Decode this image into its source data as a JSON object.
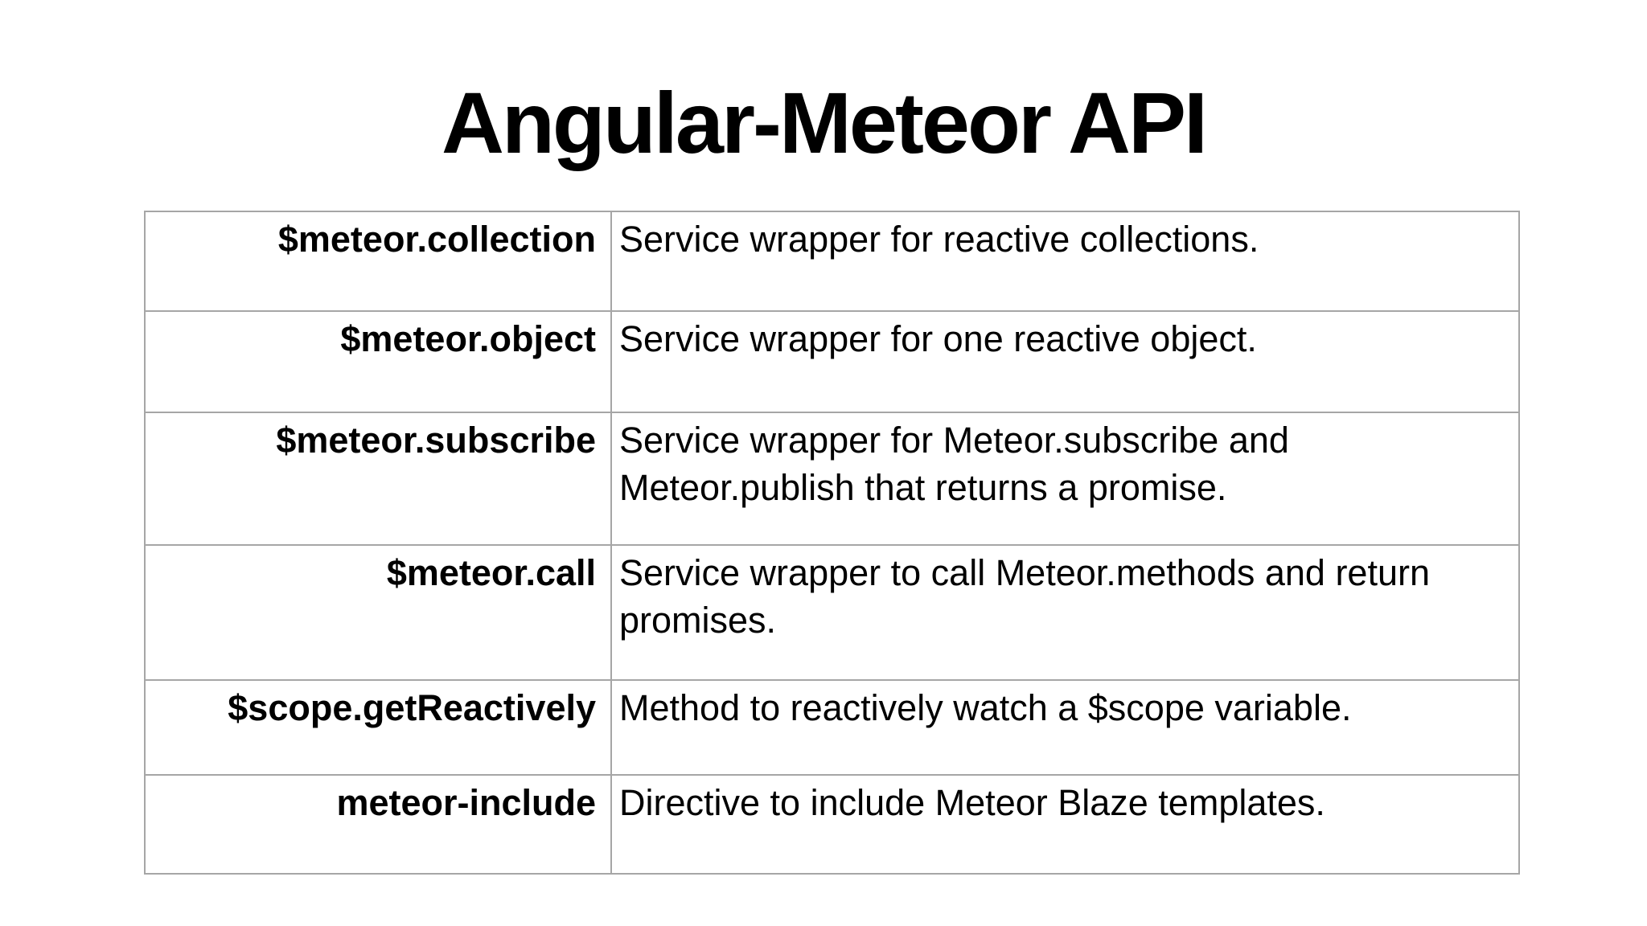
{
  "page": {
    "title": "Angular-Meteor API",
    "background_color": "#ffffff",
    "text_color": "#000000"
  },
  "table": {
    "border_color": "#a6a6a6",
    "columns": [
      "api_name",
      "description"
    ],
    "rows": [
      {
        "api": "$meteor.collection",
        "description": "Service wrapper for reactive collections."
      },
      {
        "api": "$meteor.object",
        "description": "Service wrapper for one reactive object."
      },
      {
        "api": "$meteor.subscribe",
        "description": "Service wrapper for Meteor.subscribe and Meteor.publish that returns a promise."
      },
      {
        "api": "$meteor.call",
        "description": "Service wrapper to call Meteor.methods and return promises."
      },
      {
        "api": "$scope.getReactively",
        "description": "Method to reactively watch a $scope variable."
      },
      {
        "api": "meteor-include",
        "description": "Directive to include Meteor Blaze templates."
      }
    ]
  }
}
